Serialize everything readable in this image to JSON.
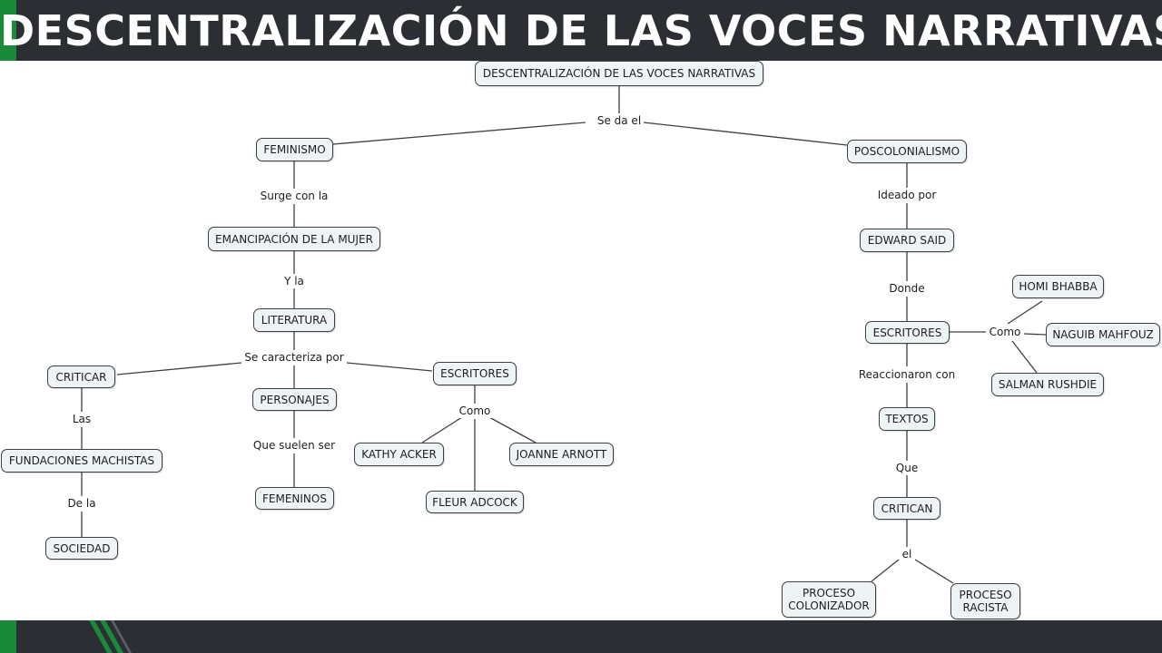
{
  "slide": {
    "title": "DESCENTRALIZACIÓN DE LAS VOCES NARRATIVAS",
    "accent_color": "#1a8a3a",
    "bar_color": "#2b2e33"
  },
  "concept_map": {
    "concepts": {
      "root": "DESCENTRALIZACIÓN DE LAS VOCES NARRATIVAS",
      "feminismo": "FEMINISMO",
      "poscolonialismo": "POSCOLONIALISMO",
      "emancipacion": "EMANCIPACIÓN DE LA MUJER",
      "literatura": "LITERATURA",
      "criticar": "CRITICAR",
      "personajes": "PERSONAJES",
      "escritores_fem": "ESCRITORES",
      "fundaciones": "FUNDACIONES MACHISTAS",
      "sociedad": "SOCIEDAD",
      "femeninos": "FEMENINOS",
      "kathy": "KATHY ACKER",
      "joanne": "JOANNE ARNOTT",
      "fleur": "FLEUR ADCOCK",
      "edward": "EDWARD SAID",
      "escritores_pos": "ESCRITORES",
      "homi": "HOMI BHABBA",
      "naguib": "NAGUIB MAHFOUZ",
      "salman": "SALMAN RUSHDIE",
      "textos": "TEXTOS",
      "critican": "CRITICAN",
      "colonizador": "PROCESO COLONIZADOR",
      "racista": "PROCESO RACISTA"
    },
    "links": {
      "se_da_el": "Se da el",
      "surge_con_la": "Surge con la",
      "y_la": "Y la",
      "se_caracteriza_por": "Se caracteriza por",
      "las": "Las",
      "de_la": "De la",
      "que_suelen_ser": "Que suelen ser",
      "como_fem": "Como",
      "ideado_por": "Ideado por",
      "donde": "Donde",
      "como_pos": "Como",
      "reaccionaron_con": "Reaccionaron con",
      "que": "Que",
      "el": "el"
    }
  }
}
